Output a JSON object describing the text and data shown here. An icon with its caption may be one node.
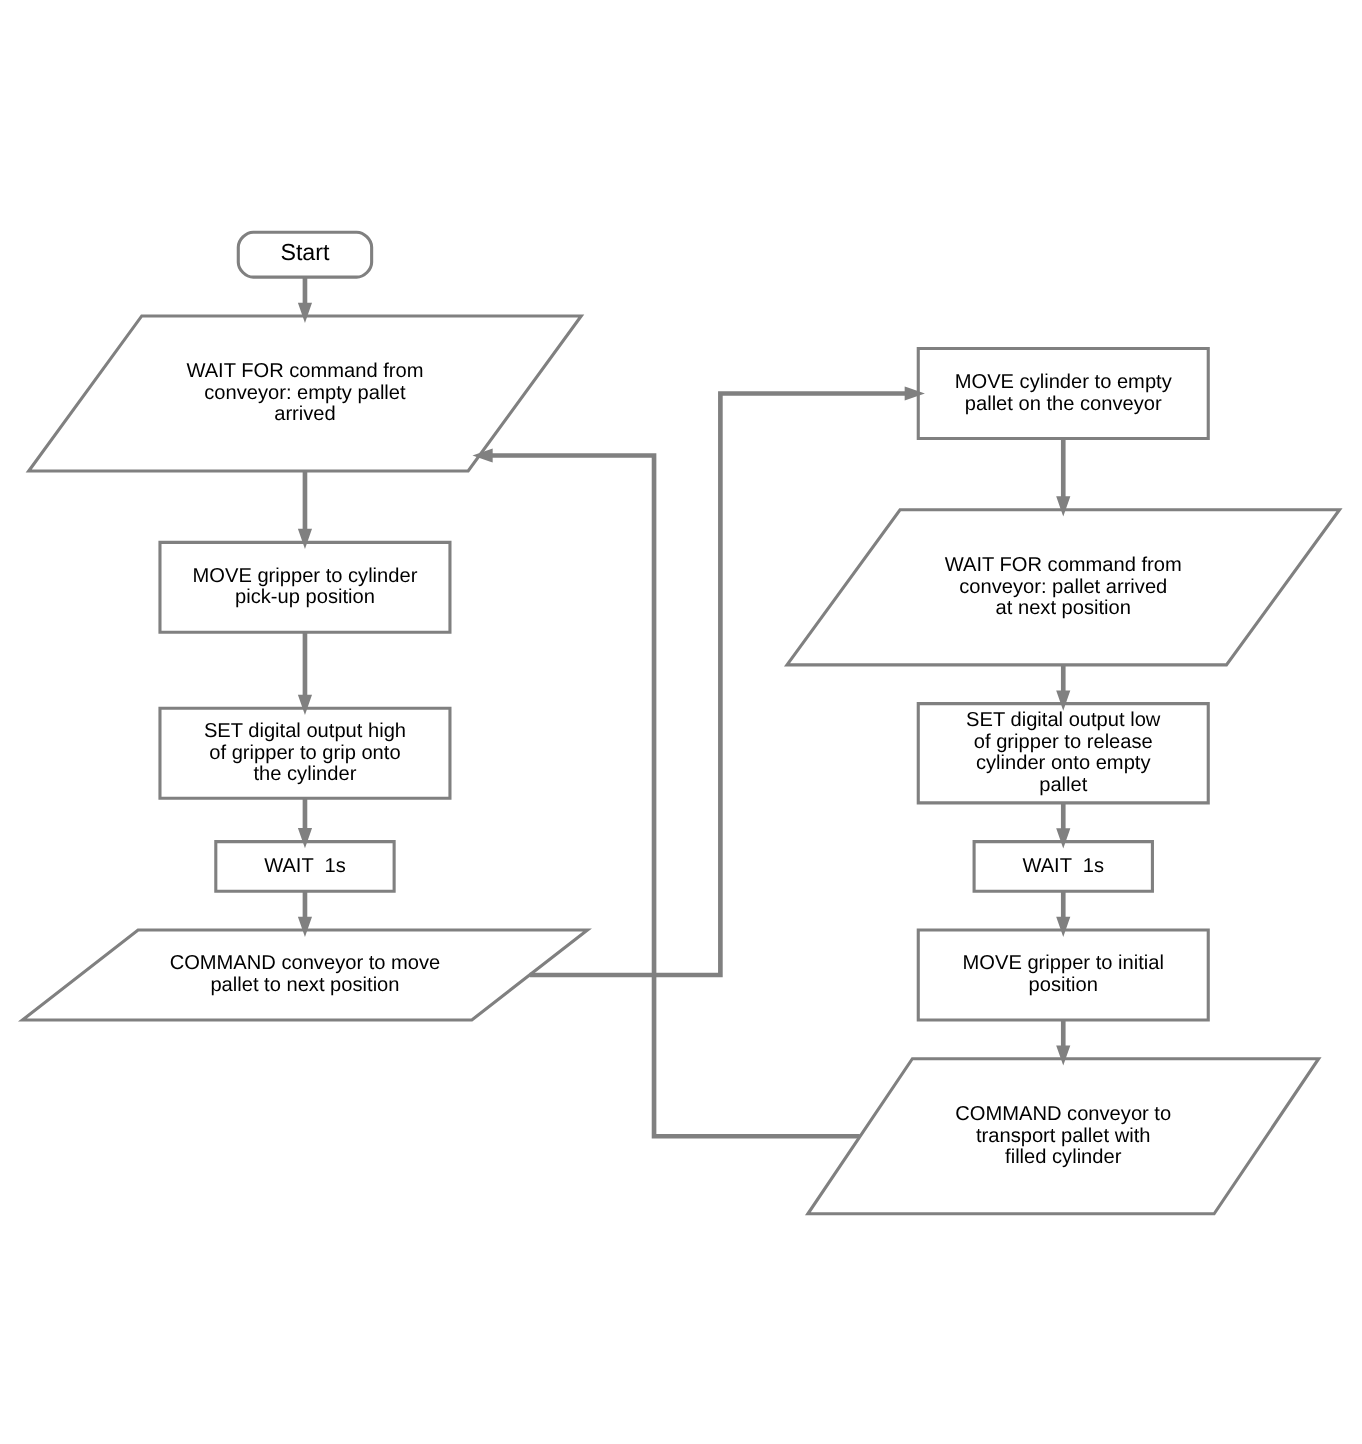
{
  "diagram": {
    "nodes": [
      {
        "text": [
          "Start"
        ]
      },
      {
        "text": [
          "WAIT FOR command from conveyor: empty pallet arrived"
        ]
      },
      {
        "text": [
          "MOVE gripper to cylinder pick-up position"
        ]
      },
      {
        "text": [
          "SET digital output high of gripper to grip onto the cylinder"
        ]
      },
      {
        "text": [
          "WAIT  1s"
        ]
      },
      {
        "text": [
          "COMMAND conveyor to move pallet to next position"
        ]
      },
      {
        "text": [
          "MOVE cylinder to empty pallet on the conveyor"
        ]
      },
      {
        "text": [
          "WAIT FOR command from conveyor: pallet arrived at next position"
        ]
      },
      {
        "text": [
          "SET digital output low of gripper to release cylinder onto empty pallet"
        ]
      },
      {
        "text": [
          "WAIT  1s"
        ]
      },
      {
        "text": [
          "MOVE gripper to initial position"
        ]
      },
      {
        "text": [
          "COMMAND conveyor to transport pallet with filled cylinder"
        ]
      }
    ],
    "edges": [
      {
        "from": 0,
        "to": 1,
        "arrow": "to"
      },
      {
        "from": 1,
        "to": 2,
        "arrow": "to"
      },
      {
        "from": 2,
        "to": 3,
        "arrow": "to"
      },
      {
        "from": 3,
        "to": 4,
        "arrow": "to"
      },
      {
        "from": 4,
        "to": 5,
        "arrow": "to"
      },
      {
        "from": 5,
        "to": 6,
        "arrow": "to"
      },
      {
        "from": 6,
        "to": 7,
        "arrow": "to"
      },
      {
        "from": 7,
        "to": 8,
        "arrow": "to"
      },
      {
        "from": 8,
        "to": 9,
        "arrow": "to"
      },
      {
        "from": 9,
        "to": 10,
        "arrow": "to"
      },
      {
        "from": 10,
        "to": 11,
        "arrow": "to"
      },
      {
        "from": 11,
        "to": 1,
        "arrow": "to"
      }
    ]
  }
}
